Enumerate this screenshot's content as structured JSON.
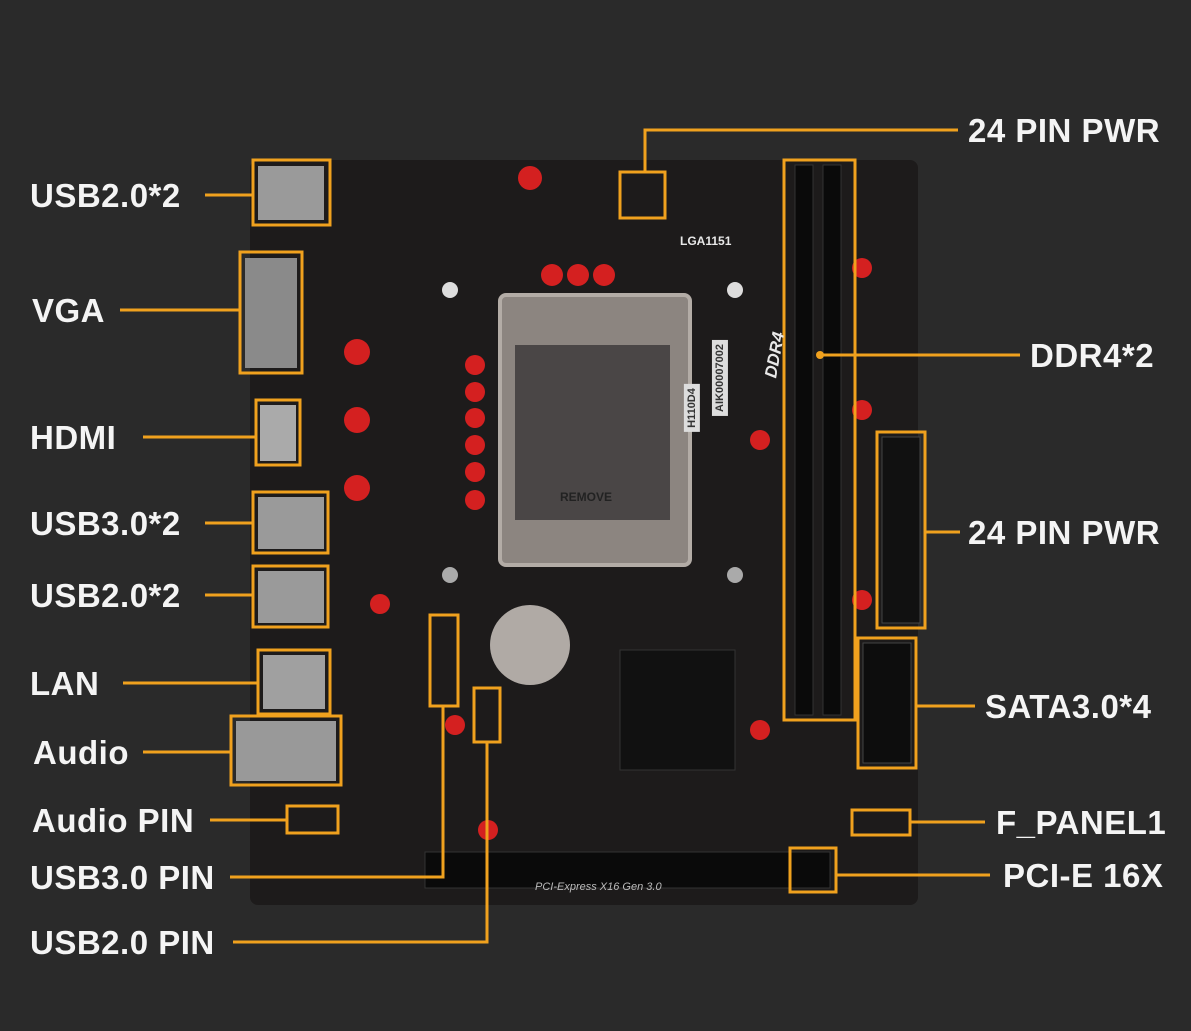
{
  "accent_color": "#f0a11e",
  "background_color": "#2a2a2a",
  "board_color": "#1c1a1a",
  "labels_left": [
    {
      "id": "usb20-rear-top",
      "text": "USB2.0*2"
    },
    {
      "id": "vga",
      "text": "VGA"
    },
    {
      "id": "hdmi",
      "text": "HDMI"
    },
    {
      "id": "usb30-rear",
      "text": "USB3.0*2"
    },
    {
      "id": "usb20-rear-bottom",
      "text": "USB2.0*2"
    },
    {
      "id": "lan",
      "text": "LAN"
    },
    {
      "id": "audio",
      "text": "Audio"
    },
    {
      "id": "audio-pin",
      "text": "Audio PIN"
    },
    {
      "id": "usb30-pin",
      "text": "USB3.0 PIN"
    },
    {
      "id": "usb20-pin",
      "text": "USB2.0 PIN"
    }
  ],
  "labels_right": [
    {
      "id": "cpu-power",
      "text": "24 PIN PWR"
    },
    {
      "id": "ddr4",
      "text": "DDR4*2"
    },
    {
      "id": "atx-power",
      "text": "24 PIN PWR"
    },
    {
      "id": "sata",
      "text": "SATA3.0*4"
    },
    {
      "id": "f-panel",
      "text": "F_PANEL1"
    },
    {
      "id": "pcie",
      "text": "PCI-E 16X"
    }
  ],
  "board_text": {
    "socket": "LGA1151",
    "ddr": "DDR4",
    "remove": "REMOVE",
    "model": "H110D4",
    "serial": "AIK00007002",
    "pcie_slot": "PCI-Express X16 Gen 3.0"
  }
}
